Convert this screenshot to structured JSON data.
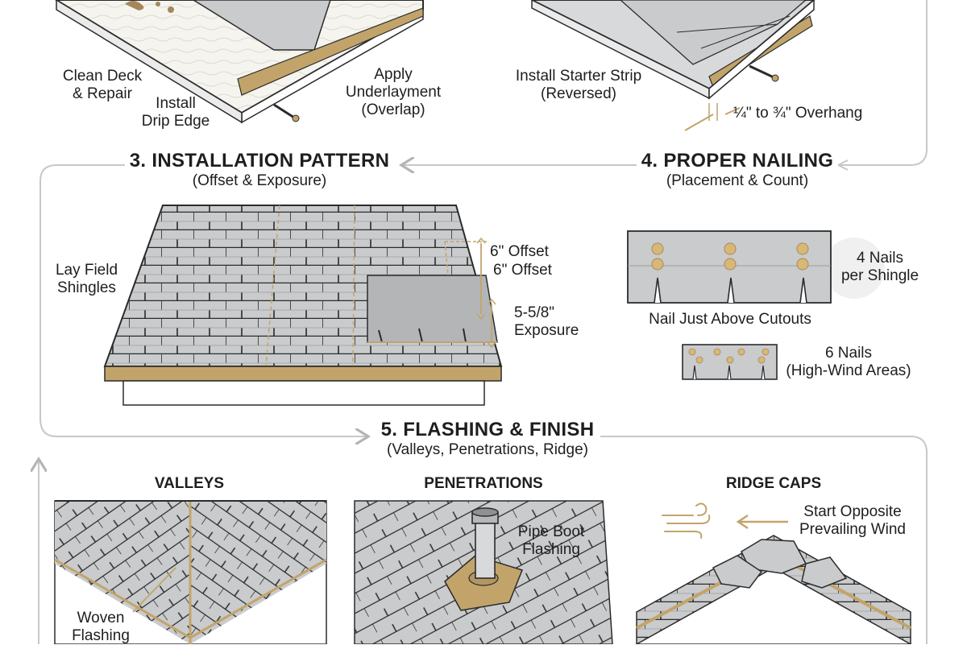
{
  "step1": {
    "clean_deck": [
      "Clean Deck",
      "& Repair"
    ],
    "drip_edge": [
      "Install",
      "Drip Edge"
    ],
    "underlayment": [
      "Apply",
      "Underlayment",
      "(Overlap)"
    ]
  },
  "step2": {
    "starter": [
      "Install Starter Strip",
      "(Reversed)"
    ],
    "overhang": "¼\" to ¾\" Overhang"
  },
  "step3": {
    "title": "3. INSTALLATION PATTERN",
    "subtitle": "(Offset & Exposure)",
    "lay_field": [
      "Lay Field",
      "Shingles"
    ],
    "offset_1": "6\" Offset",
    "offset_2": "6\" Offset",
    "exposure": [
      "5-5/8\"",
      "Exposure"
    ]
  },
  "step4": {
    "title": "4. PROPER NAILING",
    "subtitle": "(Placement & Count)",
    "four_nails": [
      "4 Nails",
      "per Shingle"
    ],
    "nail_above": "Nail Just Above Cutouts",
    "six_nails": [
      "6 Nails",
      "(High-Wind Areas)"
    ]
  },
  "step5": {
    "title": "5. FLASHING & FINISH",
    "subtitle": "(Valleys, Penetrations, Ridge)",
    "valleys": {
      "heading": "VALLEYS",
      "label": [
        "Woven",
        "Flashing"
      ]
    },
    "penetrations": {
      "heading": "PENETRATIONS",
      "label": [
        "Pipe Boot",
        "Flashing"
      ]
    },
    "ridge": {
      "heading": "RIDGE CAPS",
      "label": [
        "Start Opposite",
        "Prevailing Wind"
      ]
    }
  },
  "colors": {
    "shingle": "#c9cbcd",
    "shingle_dark": "#b3b5b7",
    "outline": "#2b2b2b",
    "gold": "#c2a46a",
    "flow_line": "#c8c8c8"
  }
}
